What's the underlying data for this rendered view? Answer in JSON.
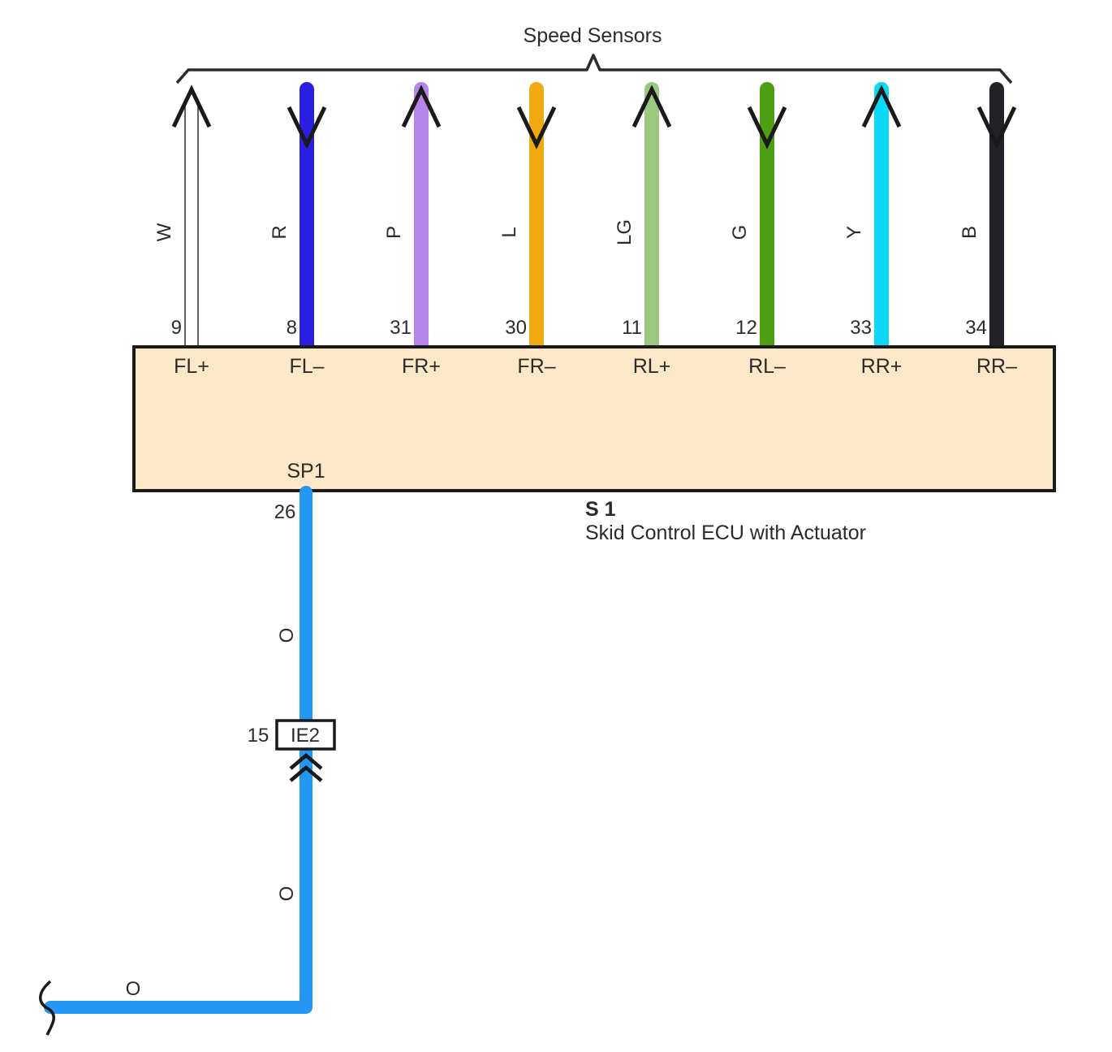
{
  "header": {
    "title": "Speed Sensors"
  },
  "ecu": {
    "code": "S 1",
    "name": "Skid Control ECU with Actuator",
    "fill_color": "#fbe8c6"
  },
  "sensor_wires": [
    {
      "pin": "9",
      "terminal": "FL+",
      "color_code": "W",
      "color": "#ffffff",
      "arrow": "up"
    },
    {
      "pin": "8",
      "terminal": "FL–",
      "color_code": "R",
      "color": "#2a1fe0",
      "arrow": "down"
    },
    {
      "pin": "31",
      "terminal": "FR+",
      "color_code": "P",
      "color": "#b585ea",
      "arrow": "up"
    },
    {
      "pin": "30",
      "terminal": "FR–",
      "color_code": "L",
      "color": "#f0a90f",
      "arrow": "down"
    },
    {
      "pin": "11",
      "terminal": "RL+",
      "color_code": "LG",
      "color": "#9cc982",
      "arrow": "up"
    },
    {
      "pin": "12",
      "terminal": "RL–",
      "color_code": "G",
      "color": "#4e9e12",
      "arrow": "down"
    },
    {
      "pin": "33",
      "terminal": "RR+",
      "color_code": "Y",
      "color": "#0ad9f5",
      "arrow": "up"
    },
    {
      "pin": "34",
      "terminal": "RR–",
      "color_code": "B",
      "color": "#222228",
      "arrow": "down"
    }
  ],
  "output": {
    "terminal": "SP1",
    "pin": "26",
    "color": "#2496f4",
    "wire_labels": [
      "O",
      "O",
      "O"
    ]
  },
  "connector": {
    "name": "IE2",
    "pin": "15"
  }
}
